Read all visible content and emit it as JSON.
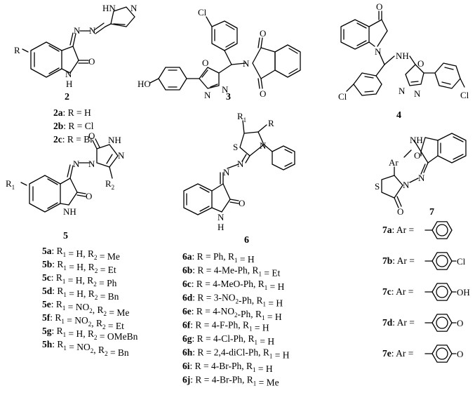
{
  "labels": {
    "c2": "2",
    "c3": "3",
    "c4": "4",
    "c5": "5",
    "c6": "6",
    "c7": "7"
  },
  "atoms": {
    "R": "R",
    "R1": "R",
    "R1sub": "1",
    "R2": "R",
    "R2sub": "2",
    "N": "N",
    "NH": "NH",
    "HN": "HN",
    "H": "H",
    "O": "O",
    "S": "S",
    "Cl": "Cl",
    "HO": "HO",
    "OH": "OH",
    "Ar": "Ar",
    "HNpyr": "HN"
  },
  "series2": [
    {
      "id": "2a",
      "text": ": R = H"
    },
    {
      "id": "2b",
      "text": ": R = Cl"
    },
    {
      "id": "2c",
      "text": ": R = Br"
    }
  ],
  "series5": [
    {
      "id": "5a",
      "text": ": R1 = H, R2 = Me"
    },
    {
      "id": "5b",
      "text": ": R1 = H, R2 = Et"
    },
    {
      "id": "5c",
      "text": ": R1 = H, R2 = Ph"
    },
    {
      "id": "5d",
      "text": ": R1 = H, R2 = Bn"
    },
    {
      "id": "5e",
      "text": ": R1 = NO2, R2 = Me"
    },
    {
      "id": "5f",
      "text": ": R1 = NO2, R2 = Et"
    },
    {
      "id": "5g",
      "text": ": R1 = H, R2 = OMeBn"
    },
    {
      "id": "5h",
      "text": ": R1 = NO2, R2 = Bn"
    }
  ],
  "series6": [
    {
      "id": "6a",
      "text": ": R = Ph, R1 = H"
    },
    {
      "id": "6b",
      "text": ": R = 4-Me-Ph, R1 = Et"
    },
    {
      "id": "6c",
      "text": ": R = 4-MeO-Ph, R1 = H"
    },
    {
      "id": "6d",
      "text": ": R = 3-NO2-Ph, R1 = H"
    },
    {
      "id": "6e",
      "text": ": R = 4-NO2-Ph, R1 = H"
    },
    {
      "id": "6f",
      "text": ": R = 4-F-Ph, R1 = H"
    },
    {
      "id": "6g",
      "text": ": R = 4-Cl-Ph, R1 = H"
    },
    {
      "id": "6h",
      "text": ": R = 2,4-diCl-Ph, R1 = H"
    },
    {
      "id": "6i",
      "text": ": R = 4-Br-Ph, R1 = H"
    },
    {
      "id": "6j",
      "text": ": R = 4-Br-Ph, R1 = Me"
    }
  ],
  "series7": [
    {
      "id": "7a",
      "text": ": Ar ="
    },
    {
      "id": "7b",
      "text": ": Ar =",
      "sub": "Cl"
    },
    {
      "id": "7c",
      "text": ": Ar =",
      "sub": "OH"
    },
    {
      "id": "7d",
      "text": ": Ar =",
      "sub": "O"
    },
    {
      "id": "7e",
      "text": ": Ar =",
      "sub": "O"
    }
  ]
}
